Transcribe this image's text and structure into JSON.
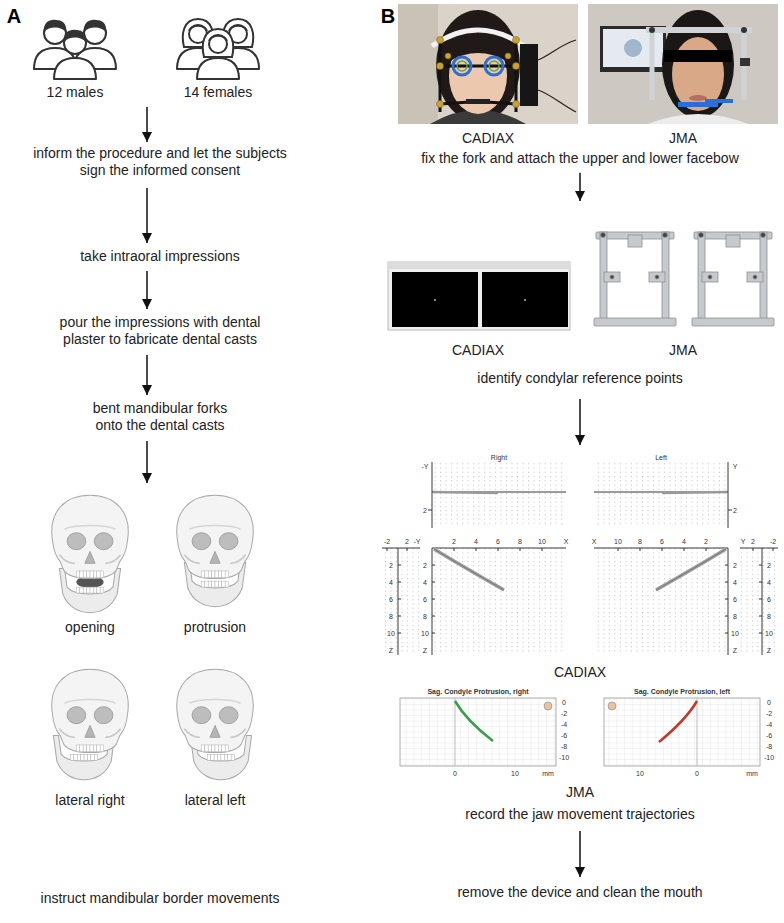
{
  "diagram": {
    "nodes": [
      {
        "text": [
          "12 males",
          "14 females"
        ]
      },
      {
        "text": [
          "inform the procedure and let the subjects sign the informed consent"
        ]
      },
      {
        "text": [
          "take intraoral impressions"
        ]
      },
      {
        "text": [
          "pour the impressions with dental plaster to fabricate dental casts"
        ]
      },
      {
        "text": [
          "bent mandibular forks onto the dental casts"
        ]
      },
      {
        "text": [
          "opening",
          "protrusion",
          "lateral right",
          "lateral left",
          "instruct mandibular border movements"
        ]
      },
      {
        "text": [
          "CADIAX",
          "JMA",
          "fix the fork and attach the upper and lower facebow"
        ]
      },
      {
        "text": [
          "CADIAX",
          "JMA",
          "identify condylar reference points"
        ]
      },
      {
        "text": [
          "CADIAX",
          "JMA",
          "record the jaw movement trajectories"
        ]
      },
      {
        "text": [
          "remove the device and clean the mouth"
        ]
      }
    ],
    "edges": [
      {
        "from": 0,
        "to": 1,
        "arrow": "to"
      },
      {
        "from": 1,
        "to": 2,
        "arrow": "to"
      },
      {
        "from": 2,
        "to": 3,
        "arrow": "to"
      },
      {
        "from": 3,
        "to": 4,
        "arrow": "to"
      },
      {
        "from": 4,
        "to": 5,
        "arrow": "to"
      },
      {
        "from": 6,
        "to": 7,
        "arrow": "to"
      },
      {
        "from": 7,
        "to": 8,
        "arrow": "to"
      },
      {
        "from": 8,
        "to": 9,
        "arrow": "to"
      }
    ],
    "labels": [
      "A",
      "B",
      "Right",
      "-Y",
      "2",
      "2",
      "4",
      "6",
      "8",
      "10",
      "X",
      "2",
      "4",
      "6",
      "8",
      "10",
      "Z",
      "-2",
      "2",
      "-Y",
      "2",
      "4",
      "6",
      "8",
      "10",
      "Z",
      "Left",
      "Y",
      "2",
      "2",
      "4",
      "6",
      "8",
      "10",
      "X",
      "2",
      "4",
      "6",
      "8",
      "10",
      "Z",
      "-2",
      "2",
      "Y",
      "2",
      "4",
      "6",
      "8",
      "10",
      "Z",
      "Sag. Condyle Protrusion, right",
      "0",
      "-2",
      "-4",
      "-6",
      "-8",
      "-10",
      "0",
      "10",
      "mm",
      "Sag. Condyle Protrusion, left",
      "0",
      "-2",
      "-4",
      "-6",
      "-8",
      "-10",
      "10",
      "0",
      "mm"
    ]
  }
}
